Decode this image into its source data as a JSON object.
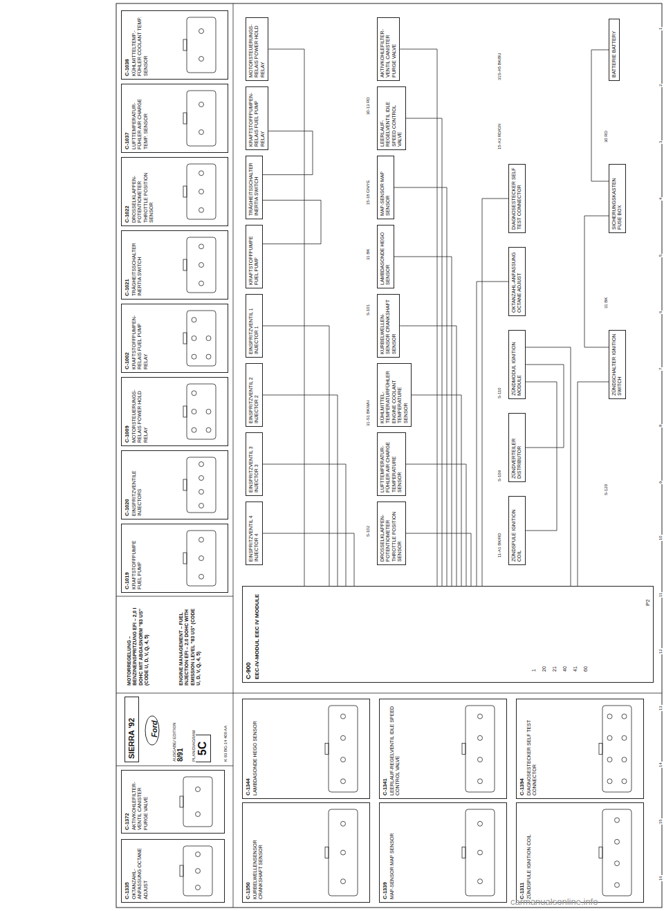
{
  "diagram": {
    "nodes": [
      {
        "text": [
          "C-900",
          "EEC-IV-MODUL EEC IV MODULE"
        ]
      },
      {
        "text": [
          "EINSPRITZVENTIL 4 INJECTOR 4"
        ]
      },
      {
        "text": [
          "EINSPRITZVENTIL 3 INJECTOR 3"
        ]
      },
      {
        "text": [
          "EINSPRITZVENTIL 2 INJECTOR 2"
        ]
      },
      {
        "text": [
          "EINSPRITZVENTIL 1 INJECTOR 1"
        ]
      },
      {
        "text": [
          "KRAFTSTOFFPUMPE FUEL PUMP"
        ]
      },
      {
        "text": [
          "TRÄGHEITSSCHALTER INERTIA SWITCH"
        ]
      },
      {
        "text": [
          "KRAFTSTOFFPUMPEN-RELAIS FUEL PUMP RELAY"
        ]
      },
      {
        "text": [
          "MOTORSTEUERUNGS-RELAIS POWER HOLD RELAY"
        ]
      },
      {
        "text": [
          "DROSSELKLAPPEN-POTENTIOMETER THROTTLE POSITION SENSOR"
        ]
      },
      {
        "text": [
          "LUFTTEMPERATUR-FÜHLER AIR CHARGE TEMPERATURE SENSOR"
        ]
      },
      {
        "text": [
          "KÜHLMITTEL-TEMPERATURFÜHLER ENGINE COOLANT TEMPERATURE SENSOR"
        ]
      },
      {
        "text": [
          "KURBELWELLEN-SENSOR CRANKSHAFT SENSOR"
        ]
      },
      {
        "text": [
          "LAMBDASONDE HEGO SENSOR"
        ]
      },
      {
        "text": [
          "MAP-SENSOR MAP SENSOR"
        ]
      },
      {
        "text": [
          "LEERLAUF-REGELVENTIL IDLE SPEED CONTROL VALVE"
        ]
      },
      {
        "text": [
          "AKTIVKOHLEFILTER-VENTIL CANISTER PURGE VALVE"
        ]
      },
      {
        "text": [
          "ZÜNDSPULE IGNITION COIL"
        ]
      },
      {
        "text": [
          "ZÜNDVERTEILER DISTRIBUTOR"
        ]
      },
      {
        "text": [
          "ZÜNDMODUL IGNITION MODULE"
        ]
      },
      {
        "text": [
          "OKTANZAHL-ANPASSUNG OCTANE ADJUST"
        ]
      },
      {
        "text": [
          "DIAGNOSESTECKER SELF TEST CONNECTOR"
        ]
      },
      {
        "text": [
          "ZÜNDSCHALTER IGNITION SWITCH"
        ]
      },
      {
        "text": [
          "SICHERUNGSKASTEN FUSE BOX"
        ]
      },
      {
        "text": [
          "BATTERIE BATTERY"
        ]
      },
      {
        "text": [
          "MOTORREGELUNG – BENZINEINSPRITZUNG EFI – 2,0 l DOHC MIT ABGASNORM \"83 US\" (CODE U, D, V, Q, 4, 5)"
        ]
      },
      {
        "text": [
          "ENGINE MANAGEMENT – FUEL INJECTION EFI – 2.0 DOHC WITH EMISSION LEVEL \"83 US\" (CODE U, D, V, Q, 4, 5)"
        ]
      },
      {
        "text": [
          "SIERRA '92"
        ]
      },
      {
        "text": [
          "5C"
        ]
      },
      {
        "text": [
          "C-1019",
          "KRAFTSTOFFPUMPE FUEL PUMP"
        ]
      },
      {
        "text": [
          "C-1020",
          "EINSPRITZVENTILE INJECTORS"
        ]
      },
      {
        "text": [
          "C-1009",
          "MOTORSTEUERUNGS-RELAIS POWER HOLD RELAY"
        ]
      },
      {
        "text": [
          "C-1002",
          "KRAFTSTOFFPUMPEN-RELAIS FUEL PUMP RELAY"
        ]
      },
      {
        "text": [
          "C-1021",
          "TRÄGHEITSSCHALTER INERTIA SWITCH"
        ]
      },
      {
        "text": [
          "C-1022",
          "DROSSELKLAPPEN-POTENTIOMETER THROTTLE POSITION SENSOR"
        ]
      },
      {
        "text": [
          "C-1037",
          "LUFTTEMPERATUR-FÜHLER AIR CHARGE TEMP. SENSOR"
        ]
      },
      {
        "text": [
          "C-1038",
          "KÜHLMITTELTEMP.-FÜHLER COOLANT TEMP. SENSOR"
        ]
      },
      {
        "text": [
          "C-1350",
          "KURBELWELLENSENSOR CRANKSHAFT SENSOR"
        ]
      },
      {
        "text": [
          "C-1344",
          "LAMBDASONDE HEGO SENSOR"
        ]
      },
      {
        "text": [
          "C-1339",
          "MAP-SENSOR MAP SENSOR"
        ]
      },
      {
        "text": [
          "C-1341",
          "LEERLAUF-REGELVENTIL IDLE SPEED CONTROL VALVE"
        ]
      },
      {
        "text": [
          "C-1311",
          "ZÜNDSPULE IGNITION COIL"
        ]
      },
      {
        "text": [
          "C-1394",
          "DIAGNOSESTECKER SELF TEST CONNECTOR"
        ]
      },
      {
        "text": [
          "C-1335",
          "OKTANZAHL-ANPASSUNG OCTANE ADJUST"
        ]
      },
      {
        "text": [
          "C-1372",
          "AKTIVKOHLEFILTER-VENTIL CANISTER PURGE VALVE"
        ]
      }
    ],
    "edges": [
      {
        "from": 8,
        "to": 0,
        "arrow": "none"
      },
      {
        "from": 7,
        "to": 6,
        "arrow": "none"
      },
      {
        "from": 6,
        "to": 5,
        "arrow": "none"
      },
      {
        "from": 4,
        "to": 0,
        "arrow": "none"
      },
      {
        "from": 3,
        "to": 0,
        "arrow": "none"
      },
      {
        "from": 2,
        "to": 0,
        "arrow": "none"
      },
      {
        "from": 1,
        "to": 0,
        "arrow": "none"
      },
      {
        "from": 9,
        "to": 0,
        "arrow": "none"
      },
      {
        "from": 10,
        "to": 0,
        "arrow": "none"
      },
      {
        "from": 11,
        "to": 0,
        "arrow": "none"
      },
      {
        "from": 12,
        "to": 0,
        "arrow": "none"
      },
      {
        "from": 13,
        "to": 0,
        "arrow": "none"
      },
      {
        "from": 14,
        "to": 0,
        "arrow": "none"
      },
      {
        "from": 15,
        "to": 0,
        "arrow": "none"
      },
      {
        "from": 16,
        "to": 0,
        "arrow": "none"
      },
      {
        "from": 20,
        "to": 0,
        "arrow": "none"
      },
      {
        "from": 21,
        "to": 0,
        "arrow": "none"
      },
      {
        "from": 17,
        "to": 19,
        "arrow": "none"
      },
      {
        "from": 18,
        "to": 19,
        "arrow": "none"
      },
      {
        "from": 19,
        "to": 0,
        "arrow": "none"
      },
      {
        "from": 22,
        "to": 0,
        "arrow": "none"
      },
      {
        "from": 23,
        "to": 22,
        "arrow": "none"
      },
      {
        "from": 24,
        "to": 23,
        "arrow": "none"
      }
    ],
    "labels": [
      "1",
      "2",
      "3",
      "4",
      "5",
      "6",
      "7",
      "8",
      "9",
      "10",
      "11",
      "12",
      "13",
      "14",
      "15",
      "16",
      "30-13 RD",
      "15-18 GN/YE",
      "31 BK",
      "S-101",
      "31-S1 BK/WH",
      "S-102",
      "11-A1 BK/RD",
      "S-109",
      "S-110",
      "15-A3 RD/GN",
      "31S-A5 BK/BU",
      "S-120",
      "31 BK",
      "30 RD",
      "1",
      "20",
      "21",
      "40",
      "41",
      "60",
      "P2",
      "Ford",
      "AUSGABE/ EDITION",
      "8/91",
      "PLAN/DIAGRAM",
      "K 93 BG-14 400 AA",
      "carmanualsonline.info"
    ]
  }
}
